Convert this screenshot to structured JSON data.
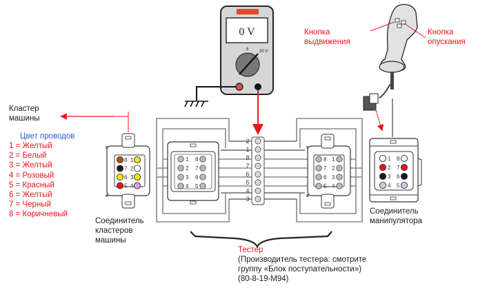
{
  "multimeter": {
    "display": "0 V",
    "dial_left_label": "6",
    "dial_right_label": "30 V"
  },
  "labels": {
    "cluster_machine": [
      "Кластер",
      "машины"
    ],
    "wire_colors_title": "Цвет проводов",
    "wire_colors": [
      {
        "pin": 1,
        "text": "1 = Желтый",
        "color": "#f2e21b"
      },
      {
        "pin": 2,
        "text": "2 = Белый",
        "color": "#ffffff"
      },
      {
        "pin": 3,
        "text": "3 = Желтый",
        "color": "#f2e21b"
      },
      {
        "pin": 4,
        "text": "4 = Розовый",
        "color": "#d9a3d6"
      },
      {
        "pin": 5,
        "text": "5 = Красный",
        "color": "#e8141b"
      },
      {
        "pin": 6,
        "text": "6 = Желтый",
        "color": "#f2e21b"
      },
      {
        "pin": 7,
        "text": "7 = Черный",
        "color": "#1a1a1a"
      },
      {
        "pin": 8,
        "text": "8 = Коричневый",
        "color": "#b84a1c"
      }
    ],
    "cluster_connector": [
      "Соединитель",
      "кластеров",
      "машины"
    ],
    "manipulator_connector": [
      "Соединитель",
      "манипулятора"
    ],
    "extend_button": [
      "Кнопка",
      "выдвижения"
    ],
    "lower_button": [
      "Кнопка",
      "опускания"
    ],
    "tester_title": "Тестер",
    "tester_desc": [
      "(Производитель тестера: смотрите",
      "группу «Блок поступательности»)",
      "(80-8-19-M94)"
    ]
  },
  "tester_pins": [
    "2",
    "1",
    "8",
    "7",
    "6",
    "5",
    "4",
    "3"
  ],
  "left_tester_connector": {
    "left_pins": [
      "1",
      "2",
      "3",
      "4"
    ],
    "right_pins": [
      "8",
      "7",
      "6",
      "5"
    ]
  },
  "right_tester_connector": {
    "left_pins": [
      "8",
      "7",
      "6",
      "5"
    ],
    "right_pins": [
      "1",
      "2",
      "3",
      "4"
    ]
  },
  "manipulator_pins": {
    "left": [
      {
        "n": "1",
        "color": "#ffffff"
      },
      {
        "n": "2",
        "color": "#e8141b"
      },
      {
        "n": "3",
        "color": "#1a1a1a"
      },
      {
        "n": "4",
        "color": "#c9cbe6"
      }
    ],
    "right": [
      {
        "n": "8",
        "color": "#ffffff"
      },
      {
        "n": "7",
        "color": "#e8141b"
      },
      {
        "n": "6",
        "color": "#1a1a1a"
      },
      {
        "n": "5",
        "color": "#c9cbe6"
      }
    ]
  },
  "cluster_pins": {
    "left": [
      {
        "n": "8",
        "color": "#b84a1c"
      },
      {
        "n": "7",
        "color": "#1a1a1a"
      },
      {
        "n": "6",
        "color": "#f2e21b"
      },
      {
        "n": "5",
        "color": "#e8141b"
      }
    ],
    "right": [
      {
        "n": "1",
        "color": "#f2e21b"
      },
      {
        "n": "2",
        "color": "#ffffff"
      },
      {
        "n": "3",
        "color": "#f2e21b"
      },
      {
        "n": "4",
        "color": "#d9a3d6"
      }
    ]
  }
}
